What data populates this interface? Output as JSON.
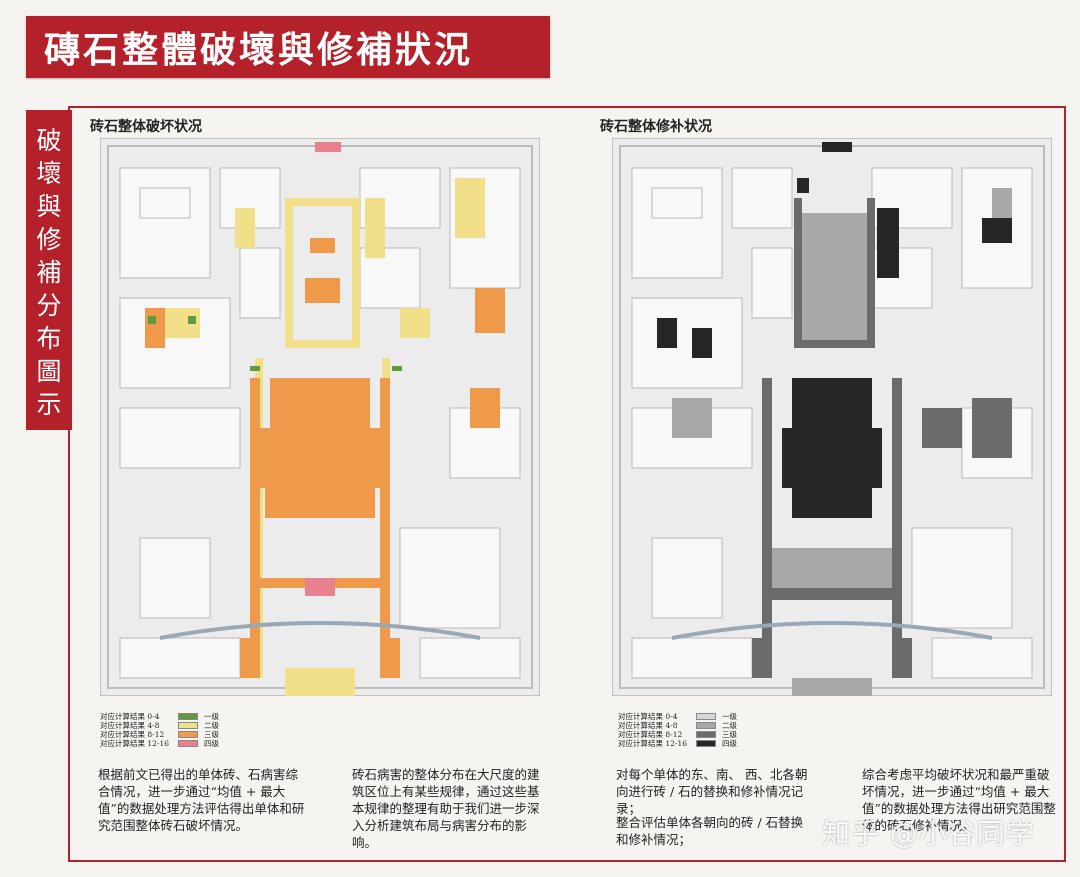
{
  "title": "磚石整體破壞與修補狀況",
  "side_tab": [
    "破",
    "壞",
    "與",
    "修",
    "補",
    "分",
    "布",
    "圖",
    "示"
  ],
  "left_panel": {
    "subtitle": "砖石整体破坏状况",
    "legend": [
      {
        "label": "对应计算结果 0-4",
        "level": "一级",
        "color": "#5f9a3c"
      },
      {
        "label": "对应计算结果 4-8",
        "level": "二级",
        "color": "#f1df8a"
      },
      {
        "label": "对应计算结果 8-12",
        "level": "三级",
        "color": "#ef9a4a"
      },
      {
        "label": "对应计算结果 12-16",
        "level": "四级",
        "color": "#e8808f"
      }
    ],
    "text1": "根据前文已得出的单体砖、石病害综合情况，进一步通过“均值 + 最大值”的数据处理方法评估得出单体和研究范围整体砖石破坏情况。",
    "text2": "砖石病害的整体分布在大尺度的建筑区位上有某些规律，通过这些基本规律的整理有助于我们进一步深入分析建筑布局与病害分布的影响。"
  },
  "right_panel": {
    "subtitle": "砖石整体修补状况",
    "legend": [
      {
        "label": "对应计算结果 0-4",
        "level": "一级",
        "color": "#d6d6d6"
      },
      {
        "label": "对应计算结果 4-8",
        "level": "二级",
        "color": "#a8a8a8"
      },
      {
        "label": "对应计算结果 8-12",
        "level": "三级",
        "color": "#6b6b6b"
      },
      {
        "label": "对应计算结果 12-16",
        "level": "四级",
        "color": "#262626"
      }
    ],
    "text1": "对每个单体的东、南、 西、北各朝向进行砖 / 石的替换和修补情况记录；",
    "text2": "整合评估单体各朝向的砖 / 石替换和修补情况；",
    "text3": "综合考虑平均破坏状况和最严重破坏情况，进一步通过“均值 + 最大值”的数据处理方法得出研究范围整体的砖石修补情况。"
  },
  "watermark": "知乎 @小谷同学"
}
